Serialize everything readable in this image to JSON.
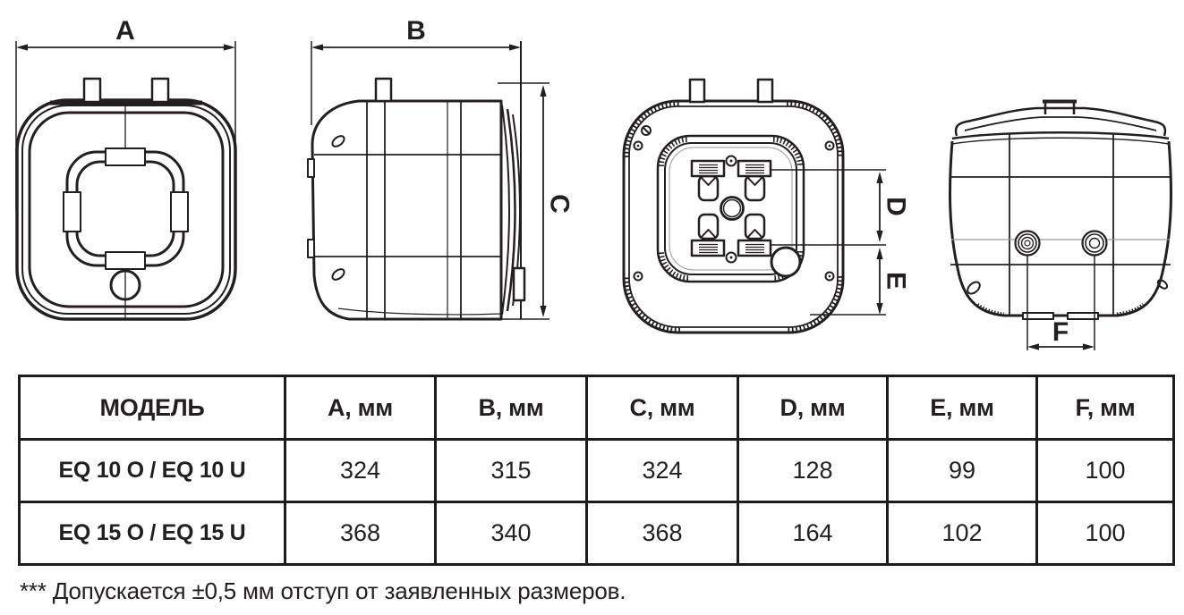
{
  "meta": {
    "background": "#ffffff",
    "line_color": "#231f20"
  },
  "dims": {
    "a": "A",
    "b": "B",
    "c": "C",
    "d": "D",
    "e": "E",
    "f": "F"
  },
  "table": {
    "headers": [
      "МОДЕЛЬ",
      "A, мм",
      "B, мм",
      "C, мм",
      "D, мм",
      "E, мм",
      "F, мм"
    ],
    "rows": [
      {
        "model": "EQ 10 O / EQ 10 U",
        "values": [
          "324",
          "315",
          "324",
          "128",
          "99",
          "100"
        ]
      },
      {
        "model": "EQ 15 O / EQ 15 U",
        "values": [
          "368",
          "340",
          "368",
          "164",
          "102",
          "100"
        ]
      }
    ]
  },
  "footnote": "*** Допускается ±0,5 мм отступ от заявленных размеров."
}
